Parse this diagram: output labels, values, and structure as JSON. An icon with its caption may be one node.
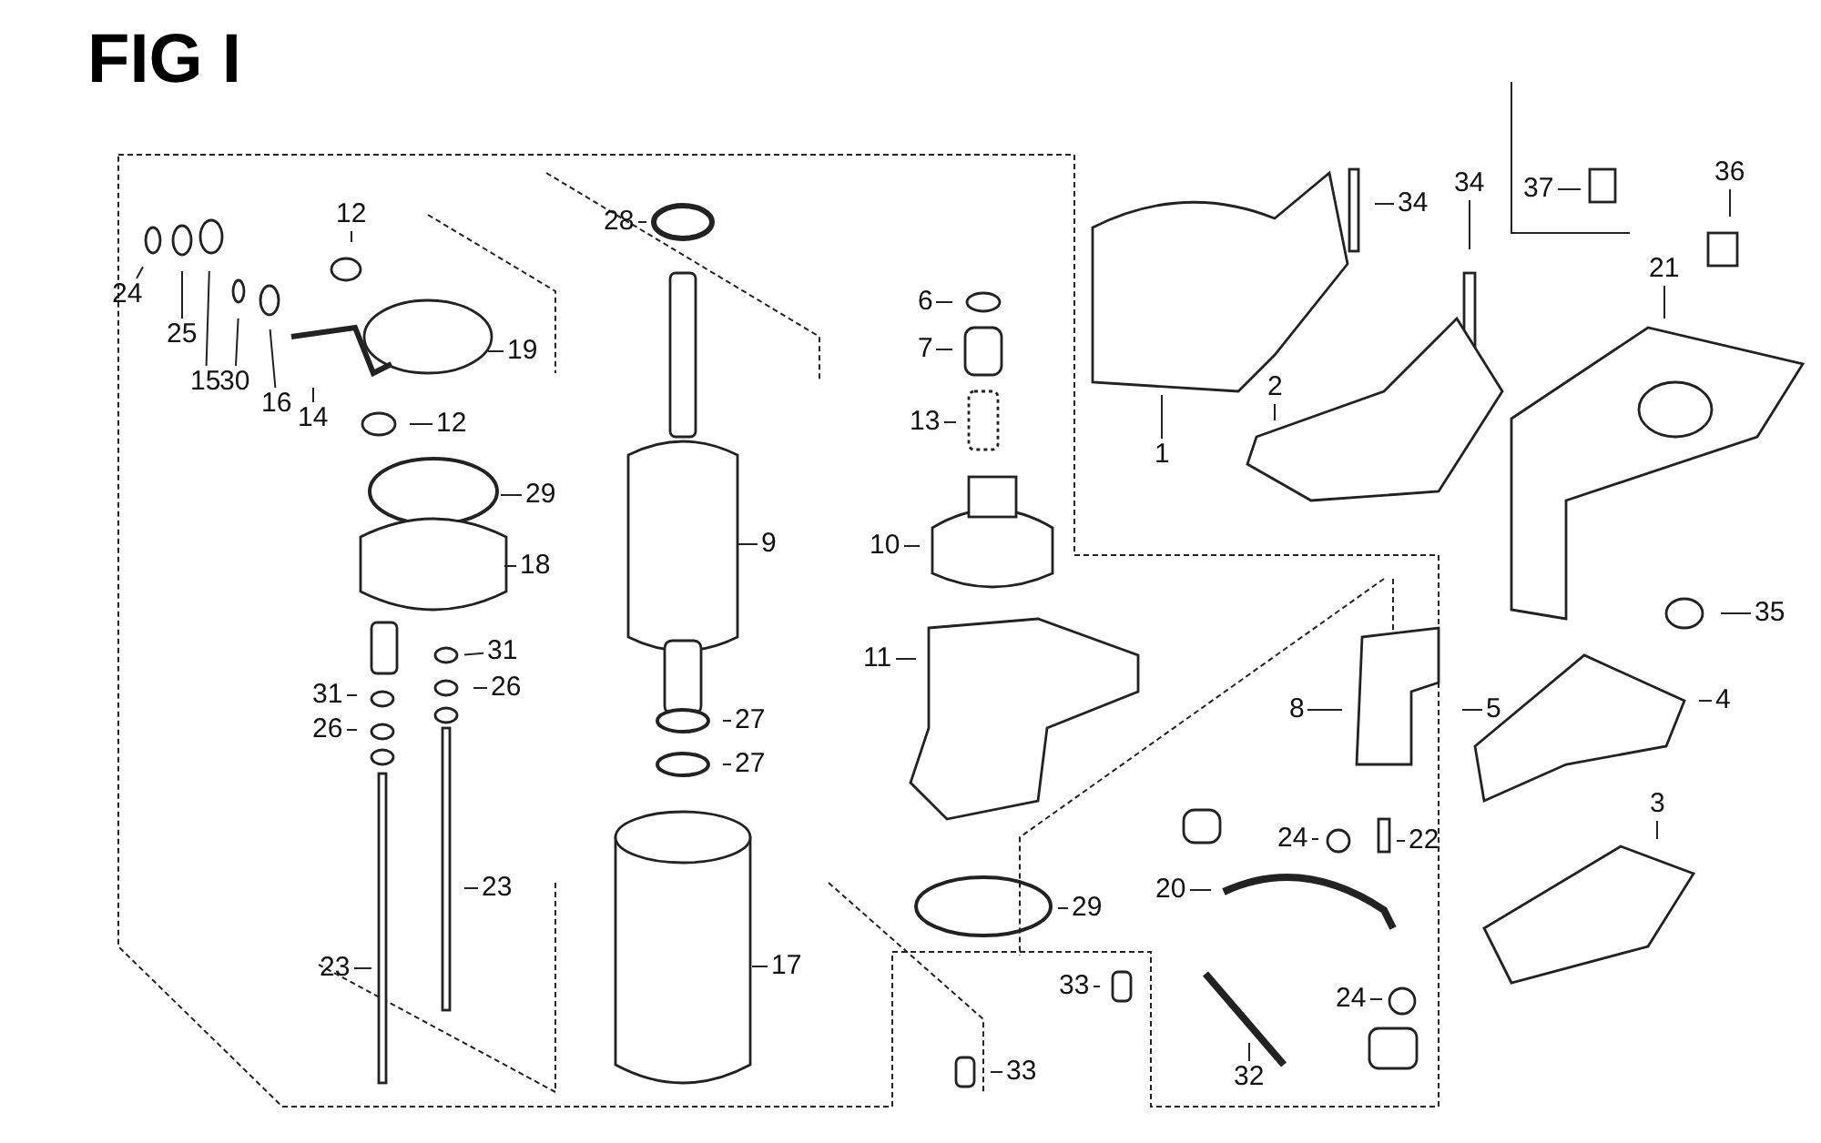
{
  "diagram": {
    "title": "FIG I",
    "nodes": [
      {
        "text": [
          "12"
        ]
      },
      {
        "text": [
          "24"
        ]
      },
      {
        "text": [
          "25"
        ]
      },
      {
        "text": [
          "15"
        ]
      },
      {
        "text": [
          "30"
        ]
      },
      {
        "text": [
          "16"
        ]
      },
      {
        "text": [
          "14"
        ]
      },
      {
        "text": [
          "19"
        ]
      },
      {
        "text": [
          "12"
        ]
      },
      {
        "text": [
          "29"
        ]
      },
      {
        "text": [
          "18"
        ]
      },
      {
        "text": [
          "31"
        ]
      },
      {
        "text": [
          "26"
        ]
      },
      {
        "text": [
          "31"
        ]
      },
      {
        "text": [
          "26"
        ]
      },
      {
        "text": [
          "23"
        ]
      },
      {
        "text": [
          "23"
        ]
      },
      {
        "text": [
          "28"
        ]
      },
      {
        "text": [
          "9"
        ]
      },
      {
        "text": [
          "27"
        ]
      },
      {
        "text": [
          "27"
        ]
      },
      {
        "text": [
          "17"
        ]
      },
      {
        "text": [
          "6"
        ]
      },
      {
        "text": [
          "7"
        ]
      },
      {
        "text": [
          "13"
        ]
      },
      {
        "text": [
          "10"
        ]
      },
      {
        "text": [
          "11"
        ]
      },
      {
        "text": [
          "29"
        ]
      },
      {
        "text": [
          "33"
        ]
      },
      {
        "text": [
          "33"
        ]
      },
      {
        "text": [
          "34"
        ]
      },
      {
        "text": [
          "34"
        ]
      },
      {
        "text": [
          "37"
        ]
      },
      {
        "text": [
          "36"
        ]
      },
      {
        "text": [
          "21"
        ]
      },
      {
        "text": [
          "1"
        ]
      },
      {
        "text": [
          "2"
        ]
      },
      {
        "text": [
          "35"
        ]
      },
      {
        "text": [
          "4"
        ]
      },
      {
        "text": [
          "5"
        ]
      },
      {
        "text": [
          "8"
        ]
      },
      {
        "text": [
          "24"
        ]
      },
      {
        "text": [
          "22"
        ]
      },
      {
        "text": [
          "3"
        ]
      },
      {
        "text": [
          "20"
        ]
      },
      {
        "text": [
          "24"
        ]
      },
      {
        "text": [
          "32"
        ]
      }
    ],
    "edges": [
      {
        "from": 0,
        "to": null,
        "arrow": "none"
      },
      {
        "from": 1,
        "to": null,
        "arrow": "none"
      },
      {
        "from": 2,
        "to": null,
        "arrow": "none"
      },
      {
        "from": 3,
        "to": null,
        "arrow": "none"
      },
      {
        "from": 4,
        "to": null,
        "arrow": "none"
      },
      {
        "from": 5,
        "to": null,
        "arrow": "none"
      },
      {
        "from": 6,
        "to": null,
        "arrow": "none"
      },
      {
        "from": 7,
        "to": null,
        "arrow": "none"
      },
      {
        "from": 8,
        "to": null,
        "arrow": "none"
      },
      {
        "from": 9,
        "to": null,
        "arrow": "none"
      },
      {
        "from": 10,
        "to": null,
        "arrow": "none"
      },
      {
        "from": 11,
        "to": null,
        "arrow": "none"
      },
      {
        "from": 12,
        "to": null,
        "arrow": "none"
      },
      {
        "from": 13,
        "to": null,
        "arrow": "none"
      },
      {
        "from": 14,
        "to": null,
        "arrow": "none"
      },
      {
        "from": 15,
        "to": null,
        "arrow": "none"
      },
      {
        "from": 16,
        "to": null,
        "arrow": "none"
      },
      {
        "from": 17,
        "to": null,
        "arrow": "none"
      },
      {
        "from": 18,
        "to": null,
        "arrow": "none"
      },
      {
        "from": 19,
        "to": null,
        "arrow": "none"
      },
      {
        "from": 20,
        "to": null,
        "arrow": "none"
      },
      {
        "from": 21,
        "to": null,
        "arrow": "none"
      },
      {
        "from": 22,
        "to": null,
        "arrow": "none"
      },
      {
        "from": 23,
        "to": null,
        "arrow": "none"
      },
      {
        "from": 24,
        "to": null,
        "arrow": "none"
      },
      {
        "from": 25,
        "to": null,
        "arrow": "none"
      },
      {
        "from": 26,
        "to": null,
        "arrow": "none"
      },
      {
        "from": 27,
        "to": null,
        "arrow": "none"
      },
      {
        "from": 28,
        "to": null,
        "arrow": "none"
      },
      {
        "from": 29,
        "to": null,
        "arrow": "none"
      },
      {
        "from": 30,
        "to": null,
        "arrow": "none"
      },
      {
        "from": 31,
        "to": null,
        "arrow": "none"
      },
      {
        "from": 32,
        "to": null,
        "arrow": "none"
      },
      {
        "from": 33,
        "to": null,
        "arrow": "none"
      },
      {
        "from": 34,
        "to": null,
        "arrow": "none"
      },
      {
        "from": 35,
        "to": null,
        "arrow": "none"
      },
      {
        "from": 36,
        "to": null,
        "arrow": "none"
      },
      {
        "from": 37,
        "to": null,
        "arrow": "none"
      },
      {
        "from": 38,
        "to": null,
        "arrow": "none"
      },
      {
        "from": 39,
        "to": null,
        "arrow": "none"
      },
      {
        "from": 40,
        "to": null,
        "arrow": "none"
      },
      {
        "from": 41,
        "to": null,
        "arrow": "none"
      },
      {
        "from": 42,
        "to": null,
        "arrow": "none"
      },
      {
        "from": 43,
        "to": null,
        "arrow": "none"
      },
      {
        "from": 44,
        "to": null,
        "arrow": "none"
      },
      {
        "from": 45,
        "to": null,
        "arrow": "none"
      },
      {
        "from": 46,
        "to": null,
        "arrow": "none"
      }
    ]
  }
}
